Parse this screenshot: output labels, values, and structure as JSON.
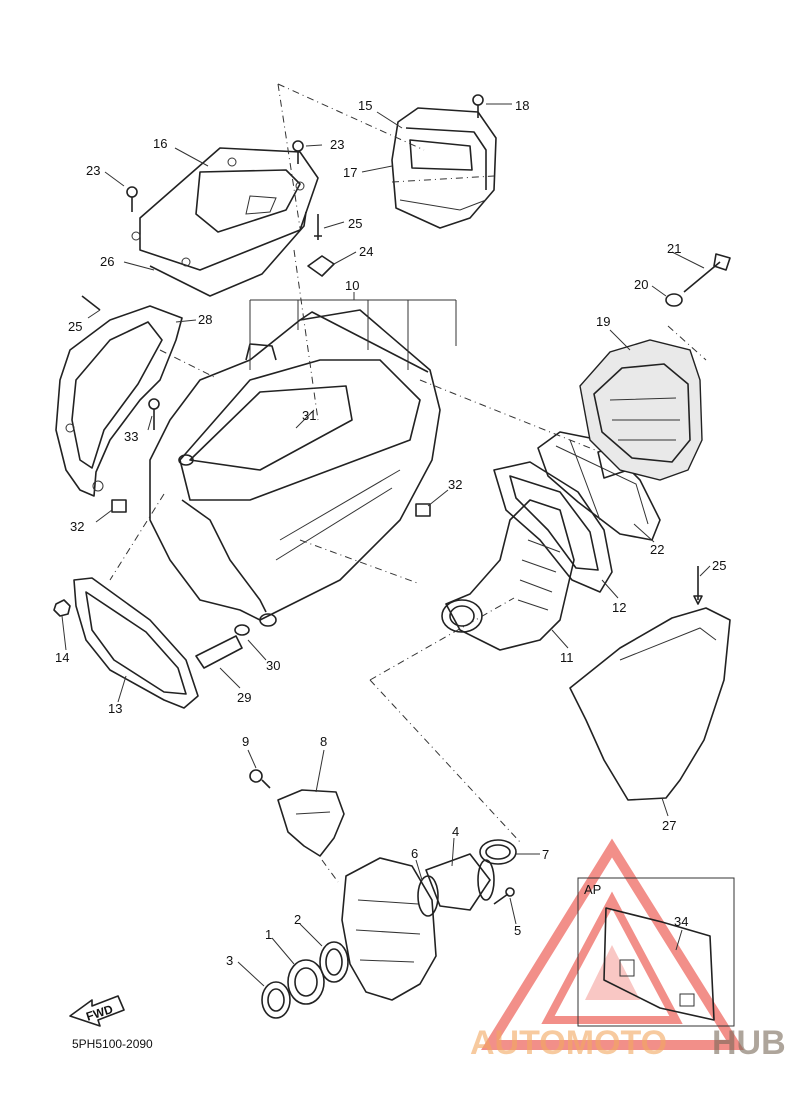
{
  "diagram_code": "5PH5100-2090",
  "fwd_label": "FWD",
  "inset_label": "AP",
  "callouts": [
    "1",
    "2",
    "3",
    "4",
    "5",
    "6",
    "7",
    "8",
    "9",
    "10",
    "11",
    "12",
    "13",
    "14",
    "15",
    "16",
    "17",
    "18",
    "19",
    "20",
    "21",
    "22",
    "23",
    "23",
    "24",
    "25",
    "25",
    "25",
    "26",
    "27",
    "28",
    "29",
    "30",
    "31",
    "32",
    "32",
    "33",
    "34"
  ],
  "watermark": {
    "part1": "AUTOMOTO",
    "part2": "HUB",
    "color_primary": "#e8342a",
    "color_secondary": "#f2a860",
    "color_tertiary": "#7a6a5a"
  }
}
